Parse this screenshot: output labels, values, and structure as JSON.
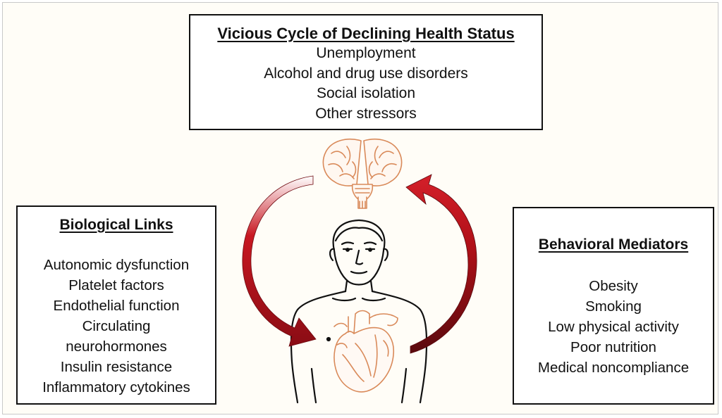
{
  "top_box": {
    "title": "Vicious Cycle of Declining Health Status",
    "items": [
      "Unemployment",
      "Alcohol and drug use disorders",
      "Social isolation",
      "Other stressors"
    ]
  },
  "left_box": {
    "title": "Biological Links",
    "items": [
      "Autonomic dysfunction",
      "Platelet factors",
      "Endothelial function",
      "Circulating",
      "neurohormones",
      "Insulin resistance",
      "Inflammatory cytokines"
    ]
  },
  "right_box": {
    "title": "Behavioral Mediators",
    "items": [
      "Obesity",
      "Smoking",
      "Low physical activity",
      "Poor nutrition",
      "Medical noncompliance"
    ]
  },
  "illustration": {
    "icons": [
      "brain-icon",
      "human-figure-icon",
      "heart-icon",
      "curved-arrow-icon"
    ],
    "colors": {
      "arrow": "#b01018",
      "arrow_dark": "#6e0a10",
      "organ_line": "#d98a5a",
      "figure_line": "#111111"
    }
  }
}
